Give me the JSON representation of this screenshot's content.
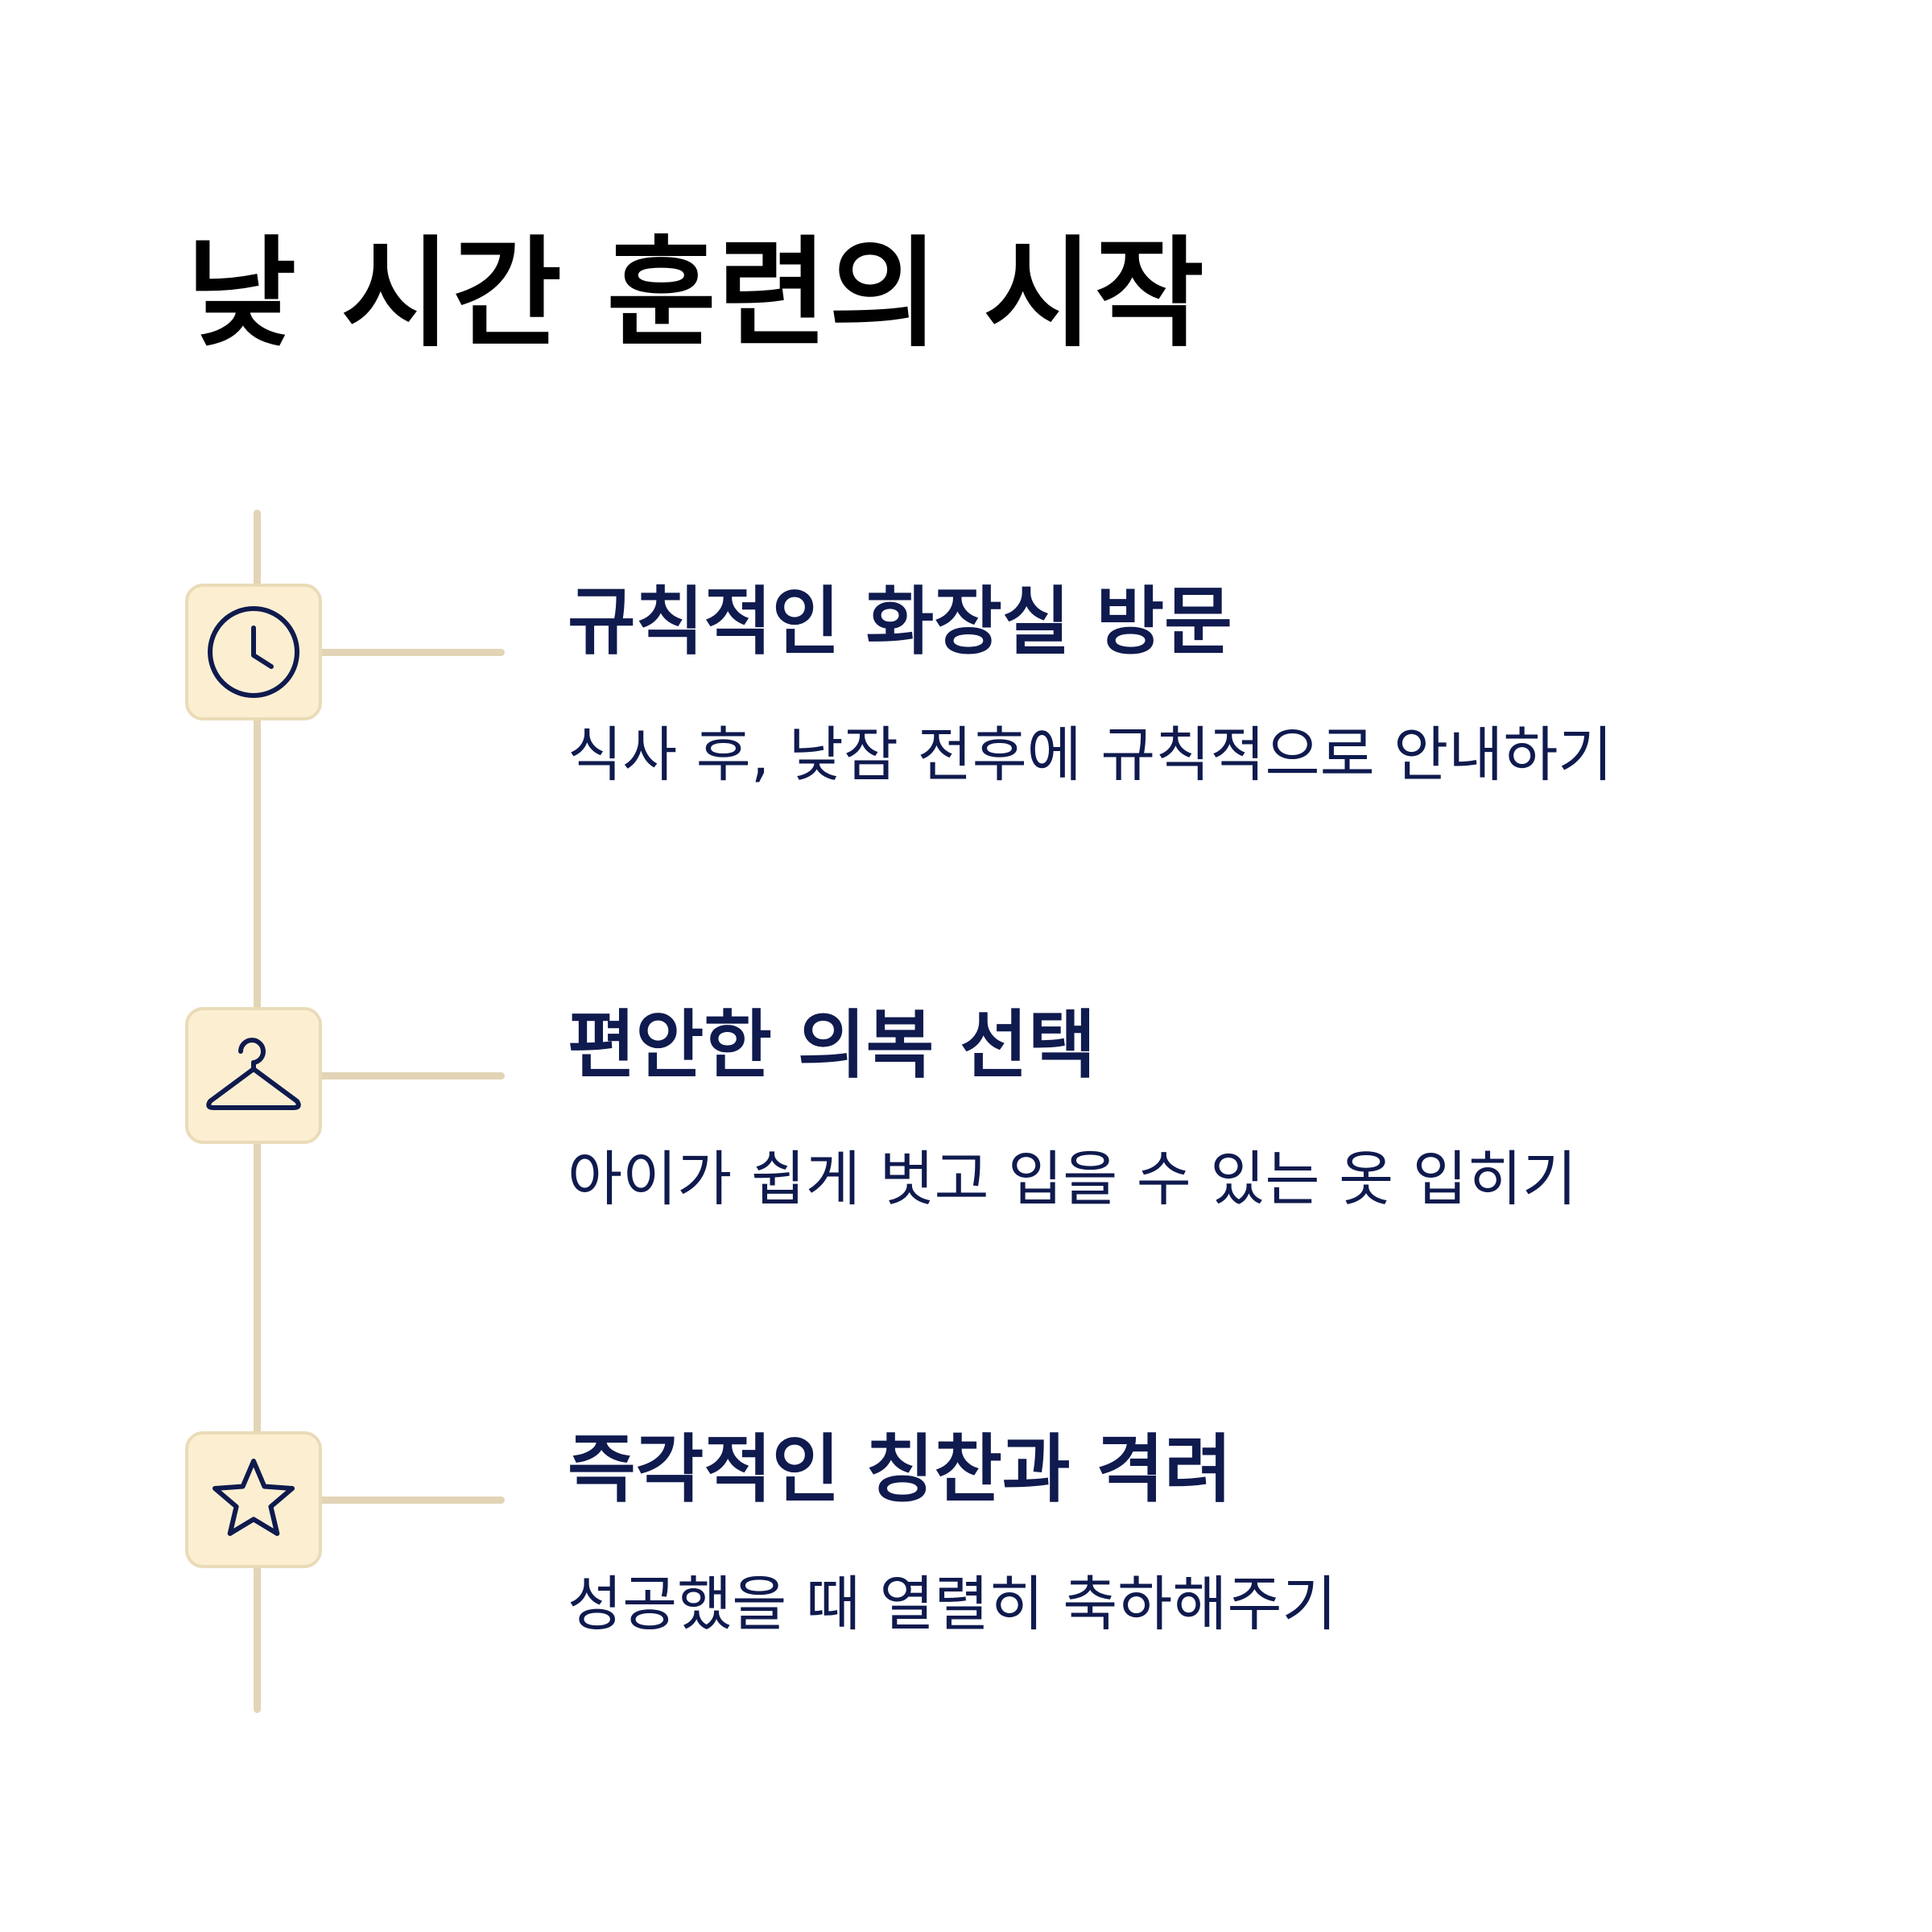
{
  "title": "낮 시간 훈련의 시작",
  "colors": {
    "title": "#000000",
    "text": "#0f1a4e",
    "line": "#e2d5b6",
    "icon_bg": "#fcefd1",
    "icon_border": "#eadbb8",
    "icon_stroke": "#0f1a4e"
  },
  "steps": [
    {
      "icon": "clock-icon",
      "title": "규칙적인 화장실 방문",
      "description": "식사 후, 낮잠 전후에 규칙적으로 안내하기"
    },
    {
      "icon": "hanger-icon",
      "title": "편안한 의복 선택",
      "description": "아이가 쉽게 벗고 입을 수 있는 옷 입히기"
    },
    {
      "icon": "star-icon",
      "title": "즉각적인 칭찬과 격려",
      "description": "성공했을 때 열렬히 축하해주기"
    }
  ]
}
